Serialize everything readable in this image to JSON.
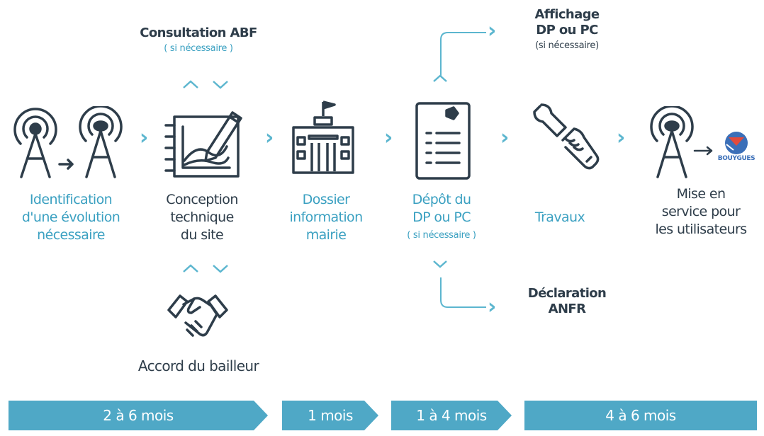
{
  "colors": {
    "accent": "#5cb6cf",
    "dark": "#2e3d4a",
    "blue_text": "#3aa0c1",
    "bar": "#4fa8c6",
    "bar_text": "#ffffff"
  },
  "steps": [
    {
      "lines": [
        "Identification",
        "d'une évolution",
        "nécessaire"
      ],
      "icon": "antenna-evolution-icon"
    },
    {
      "lines": [
        "Conception",
        "technique",
        "du site"
      ],
      "icon": "technical-drawing-icon"
    },
    {
      "lines": [
        "Dossier",
        "information",
        "mairie"
      ],
      "icon": "town-hall-icon"
    },
    {
      "lines": [
        "Dépôt du",
        "DP ou PC"
      ],
      "note": "( si nécessaire )",
      "icon": "document-icon"
    },
    {
      "lines": [
        "Travaux"
      ],
      "icon": "wrench-hand-icon"
    },
    {
      "lines": [
        "Mise en",
        "service pour",
        "les utilisateurs"
      ],
      "icon": "antenna-live-icon"
    }
  ],
  "side_items": {
    "consultation": {
      "title": "Consultation ABF",
      "note": "( si nécessaire )"
    },
    "accord": {
      "title": "Accord du bailleur",
      "icon": "handshake-icon"
    },
    "affichage": {
      "title_1": "Affichage",
      "title_2": "DP ou PC",
      "note": "(si nécessaire)"
    },
    "declaration": {
      "title_1": "Déclaration",
      "title_2": "ANFR"
    }
  },
  "logo": {
    "text": "BOUYGUES",
    "icon": "bouygues-logo-icon"
  },
  "chevron_glyph": "›",
  "durations": [
    "2 à 6 mois",
    "1 mois",
    "1 à 4 mois",
    "4 à 6 mois"
  ]
}
